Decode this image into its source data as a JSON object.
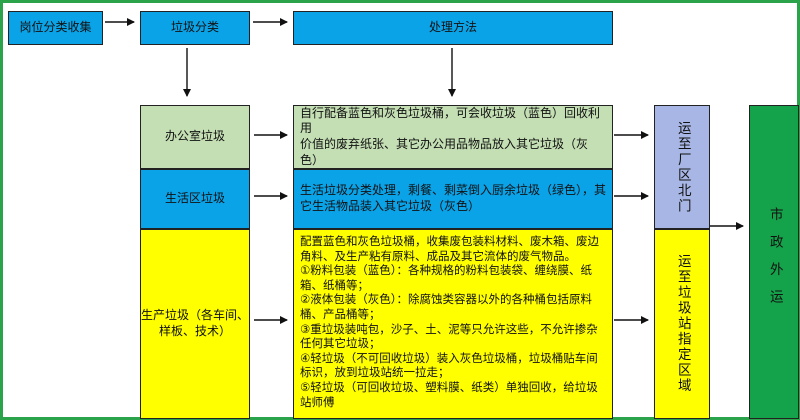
{
  "top_row": {
    "collect": "岗位分类收集",
    "classify": "垃圾分类",
    "method": "处理方法"
  },
  "categories": {
    "office": "办公室垃圾",
    "living": "生活区垃圾",
    "production": "生产垃圾（各车间、\n样板、技术）"
  },
  "methods": {
    "office": "自行配备蓝色和灰色垃圾桶，可会收垃圾（蓝色）回收利用\n价值的废弃纸张、其它办公用品物品放入其它垃圾（灰色）",
    "living": "生活垃圾分类处理，剩餐、剩菜倒入厨余垃圾（绿色），其\n它生活物品装入其它垃圾（灰色）",
    "production": "配置蓝色和灰色垃圾桶，收集废包装料材料、废木箱、废边\n角料、及生产粘有原料、成品及其它流体的废气物品。\n①粉料包装（蓝色）：各种规格的粉料包装袋、缠绕膜、纸\n箱、纸桶等；\n②液体包装（灰色）：除腐蚀类容器以外的各种桶包括原料\n桶、产品桶等；\n③重垃圾装吨包，沙子、土、泥等只允许这些，不允许掺杂\n任何其它垃圾；\n④轻垃圾（不可回收垃圾）装入灰色垃圾桶，垃圾桶贴车间\n标识，放到垃圾站统一拉走；\n⑤轻垃圾（可回收垃圾、塑料膜、纸类）单独回收，给垃圾\n站师傅"
  },
  "destinations": {
    "north_gate": "运至厂区北门",
    "station": "运至垃圾站指定区域",
    "city": "市政外运"
  },
  "colors": {
    "frame_border": "#2aa34a",
    "blue": "#0aa3e8",
    "light_green": "#c4dfb4",
    "yellow": "#ffff00",
    "lavender": "#a7b6e4",
    "dark_green": "#14a34b"
  }
}
